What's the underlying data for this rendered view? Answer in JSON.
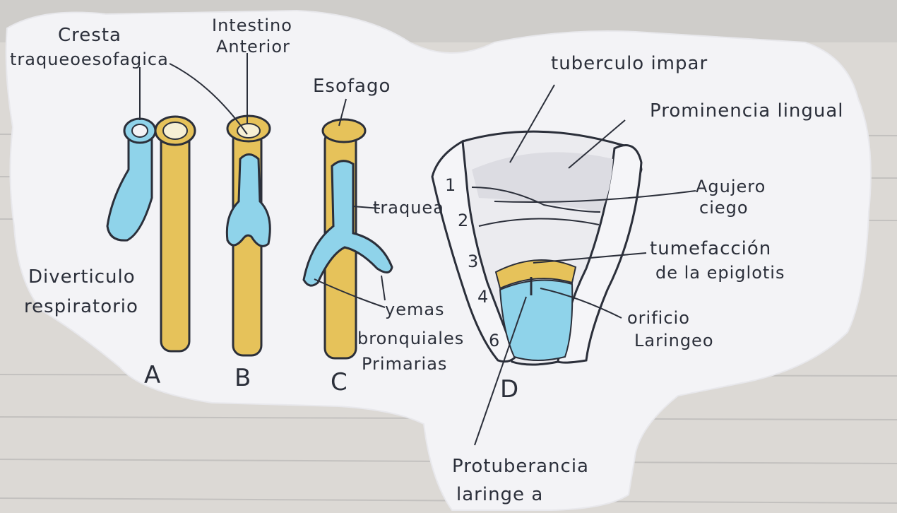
{
  "labels": {
    "cresta_1": "Cresta",
    "cresta_2": "traqueoesofagica",
    "intestino_1": "Intestino",
    "intestino_2": "Anterior",
    "esofago": "Esofago",
    "traquea": "traquea",
    "diverticulo_1": "Diverticulo",
    "diverticulo_2": "respiratorio",
    "yemas_1": "yemas",
    "yemas_2": "bronquiales",
    "yemas_3": "Primarias",
    "tuberculo": "tuberculo impar",
    "prominencia": "Prominencia lingual",
    "agujero_1": "Agujero",
    "agujero_2": "ciego",
    "tumefaccion_1": "tumefacción",
    "tumefaccion_2": "de la epiglotis",
    "orificio_1": "orificio",
    "orificio_2": "Laringeo",
    "protuberancia_1": "Protuberancia",
    "protuberancia_2": "laringe a"
  },
  "panels": {
    "a": "A",
    "b": "B",
    "c": "C",
    "d": "D"
  },
  "arches": [
    "1",
    "2",
    "3",
    "4",
    "6"
  ],
  "colors": {
    "blue": "#8fd3ea",
    "yellow": "#e6c25a",
    "paper": "#f3f3f6",
    "ink": "#2b2f3a",
    "notebook": "#dcd9d5"
  }
}
